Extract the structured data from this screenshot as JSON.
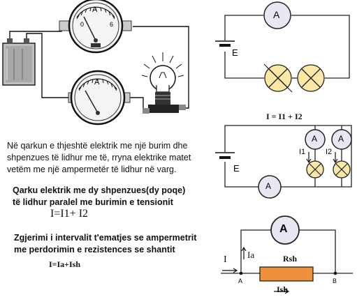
{
  "illustration": {
    "meter_top_letter": "A",
    "meter_top_scale_left": "0",
    "meter_top_scale_right": "6",
    "meter_bottom_letter": "A"
  },
  "circuit1": {
    "ammeter_label": "A",
    "source_label": "E"
  },
  "circuit2": {
    "formula": "I = I1 + I2",
    "ammeter_label": "A",
    "source_label": "E",
    "current1_label": "I1",
    "current2_label": "I2"
  },
  "circuit3": {
    "ammeter_label": "A",
    "current_in_label": "I",
    "current_a_label": "Ia",
    "shunt_label": "Rsh",
    "shunt_current_label": "Ish",
    "node_a_label": "A",
    "node_b_label": "B"
  },
  "texts": {
    "caption1_line1": "Në qarkun e thjeshtë elektrik me një burim dhe",
    "caption1_line2": "shpenzues të lidhur me të, rryna elektrike matet",
    "caption1_line3": "vetëm me një ampermetër të lidhur në varg.",
    "caption2_line1": "Qarku elektrik me dy shpenzues(dy poqe)",
    "caption2_line2": "të lidhur  paralel me burimin e tensionit",
    "caption2_formula": "I=I1+ I2",
    "caption3_line1": "Zgjerimi i intervalit t'ematjes se ampermetrit",
    "caption3_line2": "me perdorimin e rezistences se shantit",
    "caption3_formula": "I=Ia+Ish"
  },
  "colors": {
    "lamp_fill": "#fbe7a6",
    "meter_fill": "#e8e8f4",
    "shunt_fill": "#f0903a",
    "illustration_meter_face": "#f4f4f4",
    "battery_fill": "#bfbfbf"
  }
}
